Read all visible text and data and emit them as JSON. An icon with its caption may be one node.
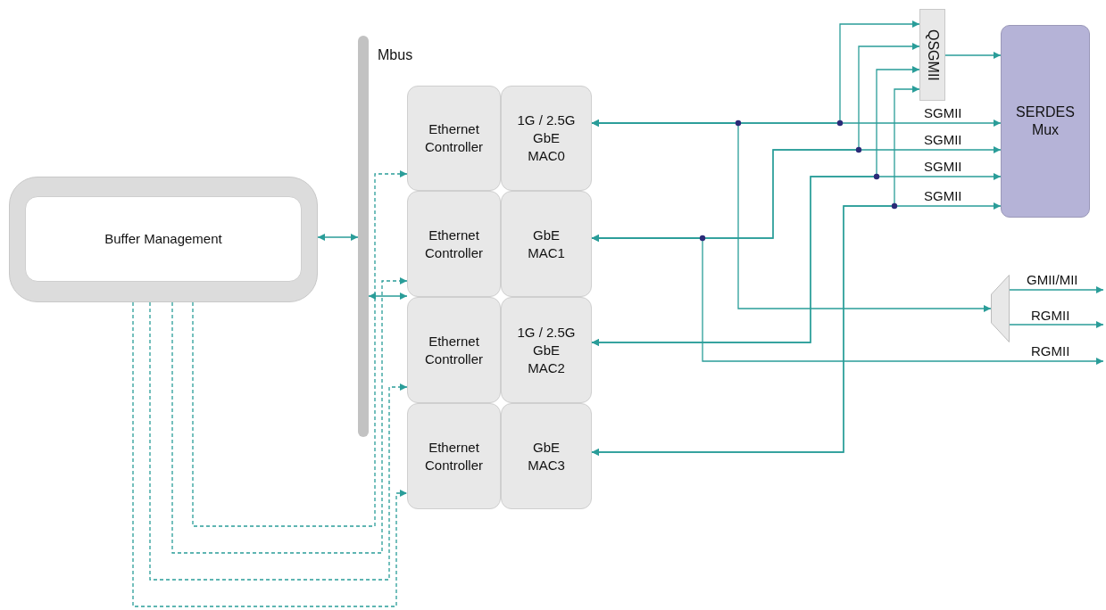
{
  "diagram": {
    "nodes": [
      {
        "text": [
          "Buffer Management"
        ]
      },
      {
        "text": [
          "Mbus"
        ]
      },
      {
        "text": [
          "Ethernet Controller"
        ]
      },
      {
        "text": [
          "1G / 2.5G GbE MAC0"
        ]
      },
      {
        "text": [
          "Ethernet Controller"
        ]
      },
      {
        "text": [
          "GbE MAC1"
        ]
      },
      {
        "text": [
          "Ethernet Controller"
        ]
      },
      {
        "text": [
          "1G / 2.5G GbE MAC2"
        ]
      },
      {
        "text": [
          "Ethernet Controller"
        ]
      },
      {
        "text": [
          "GbE MAC3"
        ]
      },
      {
        "text": [
          "QSGMII"
        ]
      },
      {
        "text": [
          "SERDES Mux"
        ]
      },
      {
        "text": [],
        "shape": "trapezoid"
      }
    ],
    "edges": [
      {
        "from": 0,
        "to": 1,
        "arrow": "both"
      },
      {
        "from": 1,
        "to": 4,
        "arrow": "both"
      },
      {
        "from": 0,
        "to": 2,
        "arrow": "to",
        "style": "dashed"
      },
      {
        "from": 0,
        "to": 4,
        "arrow": "to",
        "style": "dashed"
      },
      {
        "from": 0,
        "to": 6,
        "arrow": "to",
        "style": "dashed"
      },
      {
        "from": 0,
        "to": 8,
        "arrow": "to",
        "style": "dashed"
      },
      {
        "from": 3,
        "to": 11,
        "arrow": "both",
        "label": "SGMII"
      },
      {
        "from": 3,
        "to": 10,
        "arrow": "both"
      },
      {
        "from": 3,
        "to": 12,
        "arrow": "both"
      },
      {
        "from": 5,
        "to": 11,
        "arrow": "both",
        "label": "SGMII"
      },
      {
        "from": 5,
        "to": 10,
        "arrow": "both"
      },
      {
        "from": 5,
        "to": null,
        "arrow": "both",
        "label": "RGMII"
      },
      {
        "from": 7,
        "to": 11,
        "arrow": "both",
        "label": "SGMII"
      },
      {
        "from": 7,
        "to": 10,
        "arrow": "both"
      },
      {
        "from": 9,
        "to": 11,
        "arrow": "both",
        "label": "SGMII"
      },
      {
        "from": 9,
        "to": 10,
        "arrow": "both"
      },
      {
        "from": 10,
        "to": 11,
        "arrow": "to"
      },
      {
        "from": 12,
        "to": null,
        "arrow": "to",
        "label": "GMII/MII"
      },
      {
        "from": 12,
        "to": null,
        "arrow": "to",
        "label": "RGMII"
      }
    ]
  }
}
